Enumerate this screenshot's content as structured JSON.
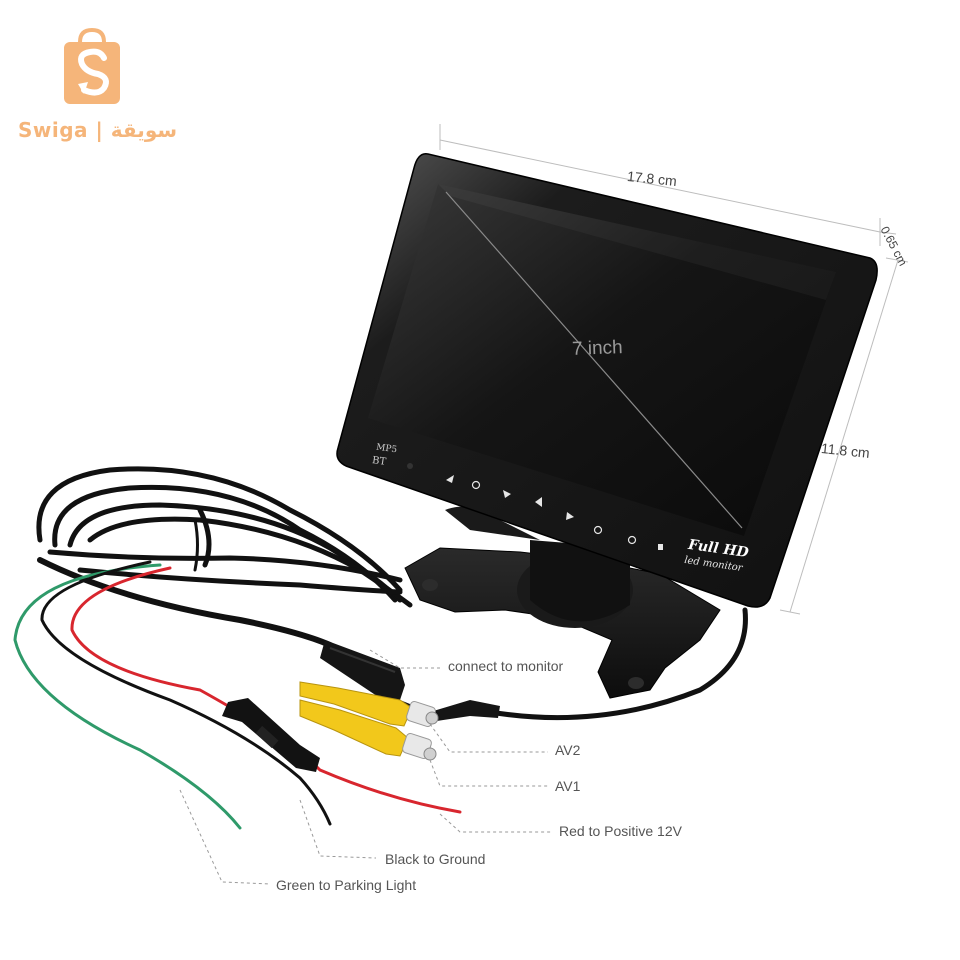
{
  "logo": {
    "text": "Swiga | سويقة",
    "color": "#f5b57a",
    "icon": "shopping-bag-s-icon"
  },
  "monitor": {
    "screen_label": "7 inch",
    "mp5_label": "MP5",
    "bt_label": "BT",
    "badge": "Full HD",
    "subbadge": "led monitor"
  },
  "dimensions": {
    "width": "17.8 cm",
    "height": "11.8 cm",
    "depth": "0.65 cm"
  },
  "callouts": {
    "connect": "connect to monitor",
    "av2": "AV2",
    "av1": "AV1",
    "red": "Red to Positive 12V",
    "black": "Black to Ground",
    "green": "Green to Parking Light"
  },
  "colors": {
    "wire_red": "#d8262e",
    "wire_green": "#2f9a6a",
    "rca_yellow": "#f2c81b",
    "monitor_black": "#141414"
  }
}
